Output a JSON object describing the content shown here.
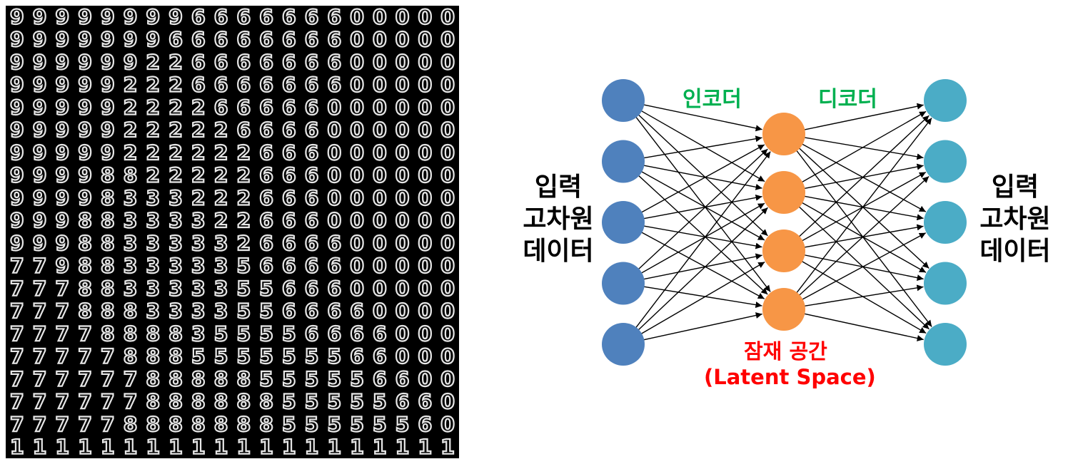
{
  "colors": {
    "input_node": "#4f81bd",
    "latent_node": "#f79646",
    "output_node": "#4bacc6",
    "encoder_label": "#00b050",
    "decoder_label": "#00b050",
    "latent_label": "#ff0000",
    "edge": "#000000",
    "manifold_background": "#000000",
    "digit_stroke": "#e6e6e6"
  },
  "manifold": {
    "columns": 20,
    "rows": 20,
    "digit_rows": [
      "99999999666666600000",
      "99999996666666600000",
      "99999922666666600000",
      "99999222666666600000",
      "99999222266666000000",
      "99999222226666000000",
      "99999222222666000000",
      "99998822222666000000",
      "99998333222666000000",
      "99988333322666000000",
      "99988333332666600000",
      "77988333335666600000",
      "77788333335566600000",
      "77788833335566660000",
      "77778888355556666000",
      "77777888555555566000",
      "77777788888555556600",
      "77777788888855555660",
      "77777888888855555560",
      "11111111111111111111"
    ]
  },
  "diagram": {
    "input_label_lines": [
      "입력",
      "고차원",
      "데이터"
    ],
    "output_label_lines": [
      "입력",
      "고차원",
      "데이터"
    ],
    "encoder_label": "인코더",
    "decoder_label": "디코더",
    "latent_label_line1": "잠재 공간",
    "latent_label_line2": "(Latent Space)",
    "input_node_count": 5,
    "latent_node_count": 4,
    "output_node_count": 5
  }
}
